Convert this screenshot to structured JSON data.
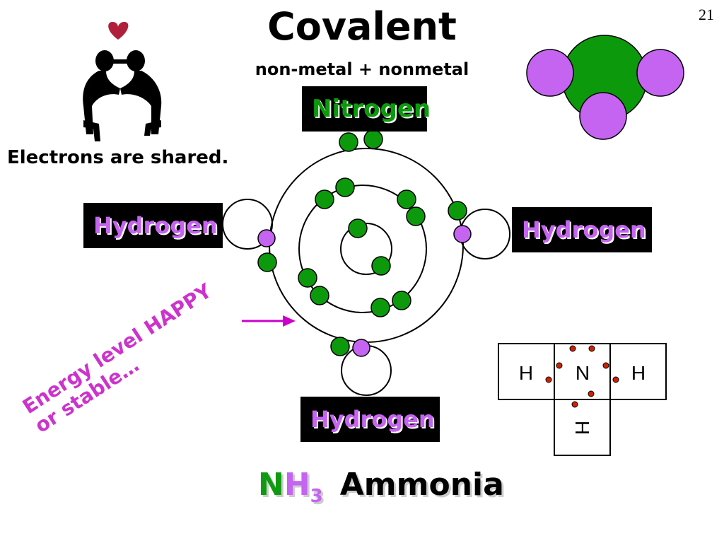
{
  "slide_number": "21",
  "title": "Covalent",
  "subtitle": "non-metal + nonmetal",
  "caption": "Electrons are shared.",
  "labels": {
    "nitrogen": "Nitrogen",
    "hydrogen_left": "Hydrogen",
    "hydrogen_right": "Hydrogen",
    "hydrogen_bottom": "Hydrogen"
  },
  "energy_note": "Energy level HAPPY or stable…",
  "formula": {
    "n": "N",
    "h": "H",
    "subscript": "3",
    "name": "Ammonia"
  },
  "lewis": {
    "center": "N",
    "left": "H",
    "right": "H",
    "bottom": "H"
  },
  "colors": {
    "nitrogen_green": "#0c9a0c",
    "hydrogen_purple": "#c564f0",
    "arrow_magenta": "#cc00cc",
    "heart_red": "#b0203a",
    "lewis_dot": "#cc2200"
  },
  "icons": [
    "hugging-figures-clipart",
    "heart-icon",
    "space-filling-molecule-model"
  ]
}
